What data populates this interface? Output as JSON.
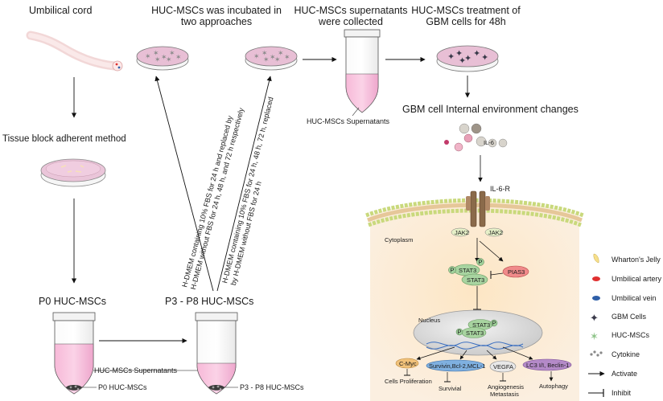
{
  "titles": {
    "umbilical_cord": "Umbilical cord",
    "incubated_line1": "HUC-MSCs was incubated in",
    "incubated_line2": "two approaches",
    "supernatants_line1": "HUC-MSCs supernatants",
    "supernatants_line2": "were collected",
    "treatment_line1": "HUC-MSCs treatment of",
    "treatment_line2": "GBM cells for 48h",
    "tissue_block": "Tissue block adherent method",
    "p0": "P0  HUC-MSCs",
    "p3p8": "P3 - P8  HUC-MSCs",
    "internal_env": "GBM cell Internal environment changes"
  },
  "rotated": {
    "left_line1": "H-DMEM containing 10% FBS for 24 h and replaced by",
    "left_line2": "H-DMEM without FBS for 24 h, 48 h, and 72 h respectively",
    "right_line1": "H-DMEM containing 10% FBS for 24 h, 48 h, 72 h, replaced",
    "right_line2": "by H-DMEM without FBS for 24 h"
  },
  "tube_labels": {
    "top_supernatants": "HUC-MSCs Supernatants",
    "bottom_supernatants": "HUC-MSCs Supernatants",
    "p0_pellet": "P0  HUC-MSCs",
    "p3p8_pellet": "P3 - P8  HUC-MSCs"
  },
  "pathway": {
    "il6": "IL-6",
    "il6r": "IL-6-R",
    "cytoplasm": "Cytoplasm",
    "jak2_left": "JAK2",
    "jak2_right": "JAK2",
    "p": "P",
    "stat3": "STAT3",
    "pias3": "PIAS3",
    "nucleus": "Nucleus",
    "cmyc": "C-Myc",
    "survivin": "Survivin,Bcl-2,MCL-1",
    "vegfa": "VEGFA",
    "lc3": "LC3 I/I, Beclin-1",
    "out_proliferation": "Cells Proliferation",
    "out_survival": "Survivial",
    "out_angio": "Angiogenesis",
    "out_metastasis": "Metastasis",
    "out_autophagy": "Autophagy"
  },
  "legend": {
    "whartons_jelly": "Wharton's Jelly",
    "umbilical_artery": "Umbilical artery",
    "umbilical_vein": "Umbilical vein",
    "gbm_cells": "GBM Cells",
    "huc_mscs": "HUC-MSCs",
    "cytokine": "Cytokine",
    "activate": "Activate",
    "inhibit": "Inhibit"
  },
  "colors": {
    "dish_fill": "#ecc6dc",
    "medium_pink": "#f2c4de",
    "cell_bg": "#fbebd2",
    "membrane_head": "#c9d97c",
    "stat3": "#a8d4a0",
    "pias3": "#f08080",
    "artery": "#e03030",
    "vein": "#2f5fa8",
    "whartons": "#f6df8a"
  }
}
